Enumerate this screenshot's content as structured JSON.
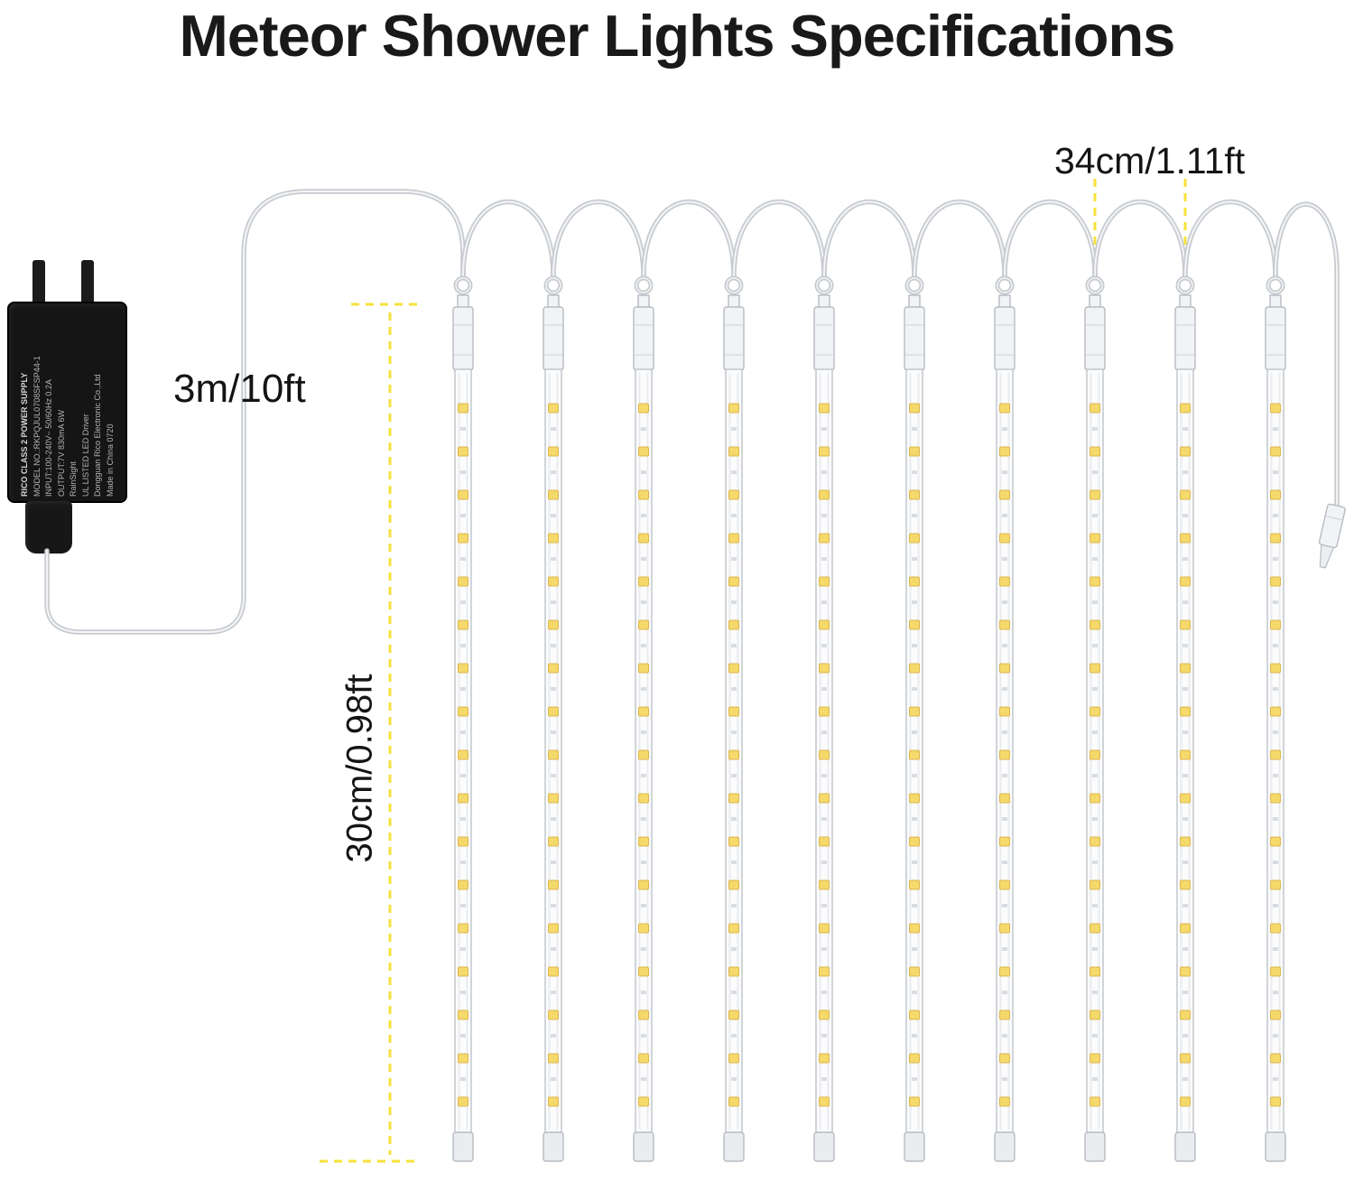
{
  "title": "Meteor Shower Lights Specifications",
  "measurements": {
    "cord_length": "3m/10ft",
    "tube_spacing": "34cm/1.11ft",
    "tube_length": "30cm/0.98ft"
  },
  "adapter": {
    "lines": [
      "RICO CLASS 2 POWER SUPPLY",
      "MODEL NO.:RKPQJUL0708SFSP44-1",
      "INPUT:100-240V~ 50/60Hz 0.2A",
      "OUTPUT:7V 830mA 6W",
      "RainSight",
      "UL LISTED LED Driver",
      "Dongguan Rico Electronic Co.,Ltd",
      "Made in China 0720"
    ]
  },
  "diagram": {
    "tube_count": 10,
    "leds_per_tube": 17,
    "colors": {
      "dash": "#f6e23c",
      "led": "#f5d96a",
      "led_border": "#dcb650",
      "wire": "#c7cbd0",
      "wire_highlight": "#f3f4f6",
      "tube_fill": "#fcfcfd",
      "tube_border": "#c2c7cc",
      "cap_fill": "#f2f3f5",
      "cap_border": "#b6bcc2"
    }
  }
}
